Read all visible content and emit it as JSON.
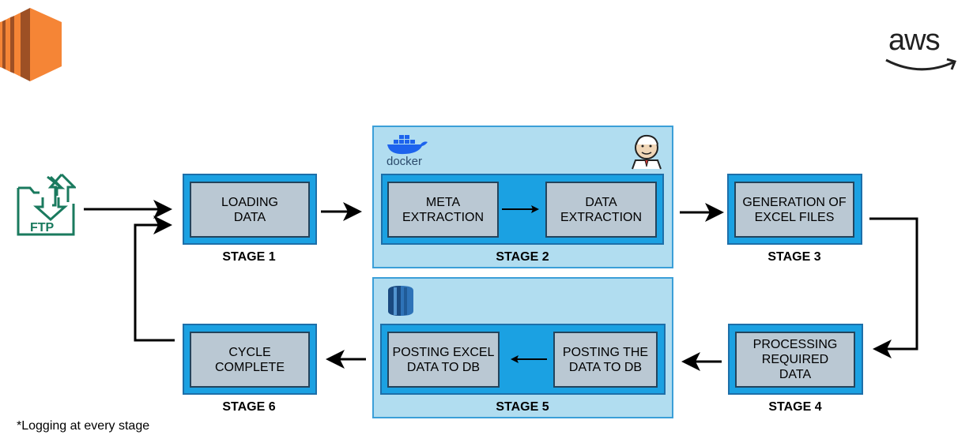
{
  "logos": {
    "left": "ec2-instance-icon",
    "right": "aws"
  },
  "icons": {
    "ftp": "FTP",
    "docker": "docker",
    "jenkins": "jenkins-icon",
    "database": "database-icon"
  },
  "stages": {
    "s1": {
      "box": "LOADING\nDATA",
      "label": "STAGE 1"
    },
    "s2": {
      "box_a": "META\nEXTRACTION",
      "box_b": "DATA\nEXTRACTION",
      "label": "STAGE 2"
    },
    "s3": {
      "box": "GENERATION OF\nEXCEL FILES",
      "label": "STAGE 3"
    },
    "s4": {
      "box": "PROCESSING\nREQUIRED\nDATA",
      "label": "STAGE 4"
    },
    "s5": {
      "box_a": "POSTING EXCEL\nDATA TO DB",
      "box_b": "POSTING THE\nDATA TO DB",
      "label": "STAGE 5"
    },
    "s6": {
      "box": "CYCLE\nCOMPLETE",
      "label": "STAGE 6"
    }
  },
  "footnote": "*Logging at every stage",
  "colors": {
    "panel_fill": "#b1ddf0",
    "stage_fill": "#1ba1e2",
    "box_fill": "#bac8d3",
    "ec2_orange": "#f58536",
    "ftp_green": "#1a7a5e"
  }
}
